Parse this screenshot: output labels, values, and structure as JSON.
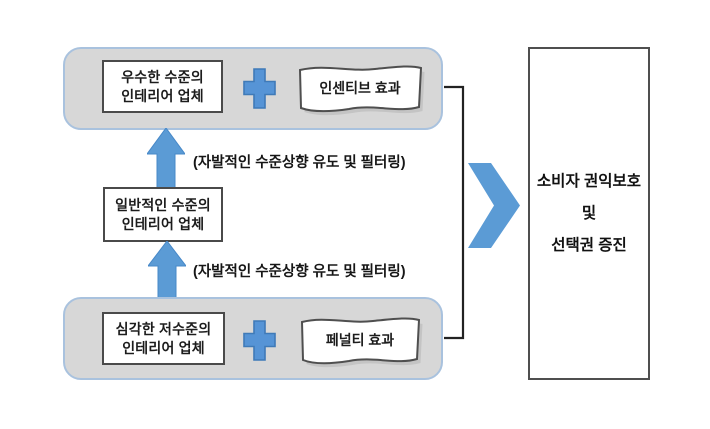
{
  "diagram": {
    "title_none": "",
    "colors": {
      "accent_blue": "#5b9bd5",
      "accent_blue_dark": "#3f7ab8",
      "group_gray_fill": "#d7d7d7",
      "group_border_blue": "#a9c2de",
      "box_border_dark": "#4a4a4a",
      "bracket_black": "#222222"
    },
    "top_group": {
      "company": {
        "line1": "우수한 수준의",
        "line2": "인테리어 업체"
      },
      "effect": "인센티브 효과"
    },
    "middle_box": {
      "line1": "일반적인 수준의",
      "line2": "인테리어 업체"
    },
    "bottom_group": {
      "company": {
        "line1": "심각한 저수준의",
        "line2": "인테리어 업체"
      },
      "effect": "페널티 효과"
    },
    "captions": {
      "upper": "(자발적인 수준상향 유도 및 필터링)",
      "lower": "(자발적인 수준상향 유도 및 필터링)"
    },
    "result": {
      "line1": "소비자 권익보호",
      "line2": "및",
      "line3": "선택권 증진"
    },
    "icons": {
      "plus": "plus-icon",
      "up_arrow": "up-arrow-icon",
      "chevron_right": "chevron-right-icon"
    }
  }
}
